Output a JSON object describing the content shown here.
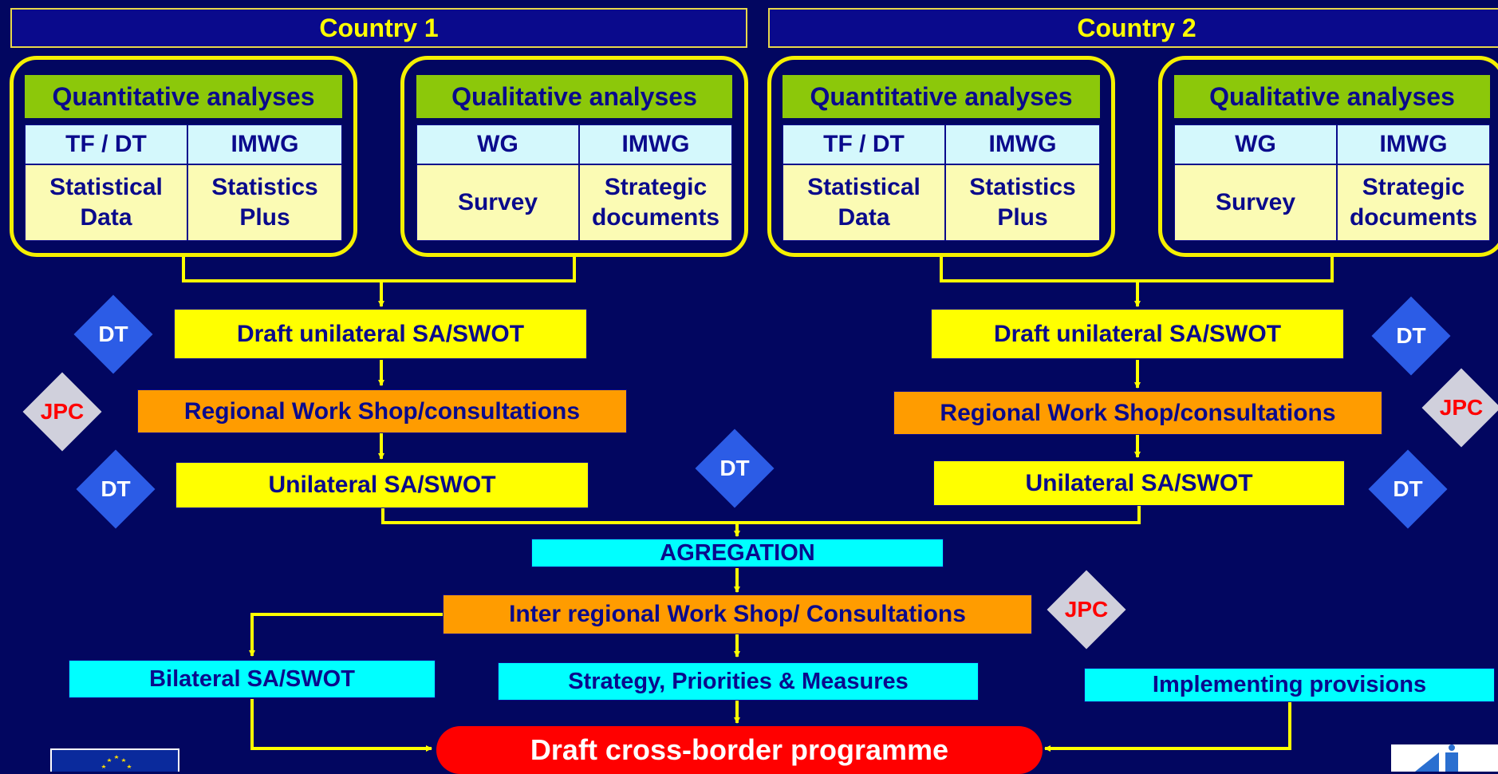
{
  "countries": [
    {
      "title": "Country 1",
      "quantitative": {
        "header": "Quantitative analyses",
        "col1": "TF / DT",
        "col2": "IMWG",
        "cell1": "Statistical Data",
        "cell2": "Statistics Plus"
      },
      "qualitative": {
        "header": "Qualitative analyses",
        "col1": "WG",
        "col2": "IMWG",
        "cell1": "Survey",
        "cell2": "Strategic documents"
      },
      "draft": "Draft unilateral SA/SWOT",
      "workshop": "Regional Work Shop/consultations",
      "unilateral": "Unilateral SA/SWOT"
    },
    {
      "title": "Country 2",
      "quantitative": {
        "header": "Quantitative analyses",
        "col1": "TF / DT",
        "col2": "IMWG",
        "cell1": "Statistical Data",
        "cell2": "Statistics Plus"
      },
      "qualitative": {
        "header": "Qualitative analyses",
        "col1": "WG",
        "col2": "IMWG",
        "cell1": "Survey",
        "cell2": "Strategic documents"
      },
      "draft": "Draft unilateral SA/SWOT",
      "workshop": "Regional Work Shop/consultations",
      "unilateral": "Unilateral SA/SWOT"
    }
  ],
  "badges": {
    "dt": "DT",
    "jpc": "JPC"
  },
  "aggregation": "AGREGATION",
  "inter_workshop": "Inter regional Work Shop/ Consultations",
  "bilateral": "Bilateral SA/SWOT",
  "strategy": "Strategy, Priorities & Measures",
  "implementing": "Implementing provisions",
  "draft_programme": "Draft cross-border programme",
  "colors": {
    "background": "#020660",
    "box_border": "#f5f000",
    "header_green": "#8cc80a",
    "yellow": "#ffff00",
    "orange": "#ff9c00",
    "cyan": "#00ffff",
    "red": "#ff0000",
    "dt_blue": "#2c5ce6",
    "jpc_grey": "#d0d0dc"
  }
}
